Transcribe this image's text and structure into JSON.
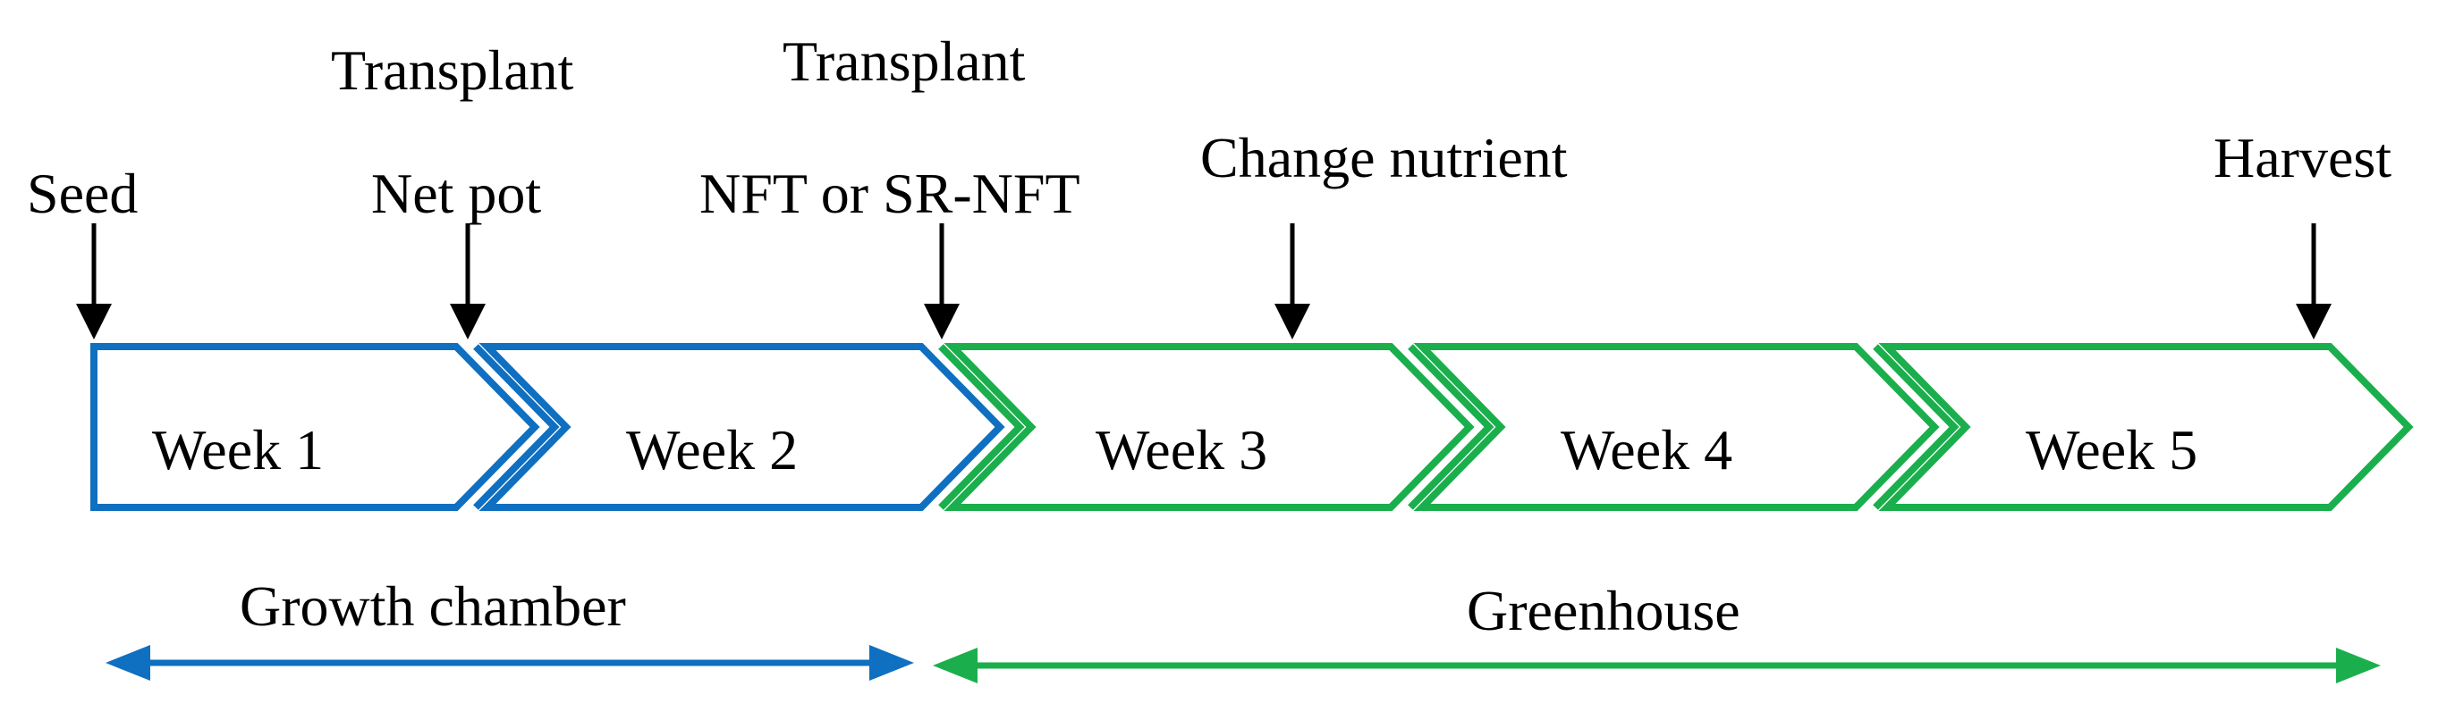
{
  "colors": {
    "blue": "#0F6FC0",
    "green": "#1AAF4C",
    "black": "#000000",
    "background": "#FFFFFF"
  },
  "events": [
    {
      "id": "seed",
      "label": "Seed",
      "sublabel": ""
    },
    {
      "id": "net-pot",
      "label": "Net pot",
      "sublabel": "Transplant"
    },
    {
      "id": "nft",
      "label": "NFT or SR-NFT",
      "sublabel": "Transplant"
    },
    {
      "id": "change-nutrient",
      "label": "Change nutrient",
      "sublabel": ""
    },
    {
      "id": "harvest",
      "label": "Harvest",
      "sublabel": ""
    }
  ],
  "weeks": [
    {
      "label": "Week 1",
      "color": "blue"
    },
    {
      "label": "Week 2",
      "color": "blue"
    },
    {
      "label": "Week 3",
      "color": "green"
    },
    {
      "label": "Week 4",
      "color": "green"
    },
    {
      "label": "Week 5",
      "color": "green"
    }
  ],
  "phases": [
    {
      "label": "Growth chamber",
      "color": "blue"
    },
    {
      "label": "Greenhouse",
      "color": "green"
    }
  ]
}
